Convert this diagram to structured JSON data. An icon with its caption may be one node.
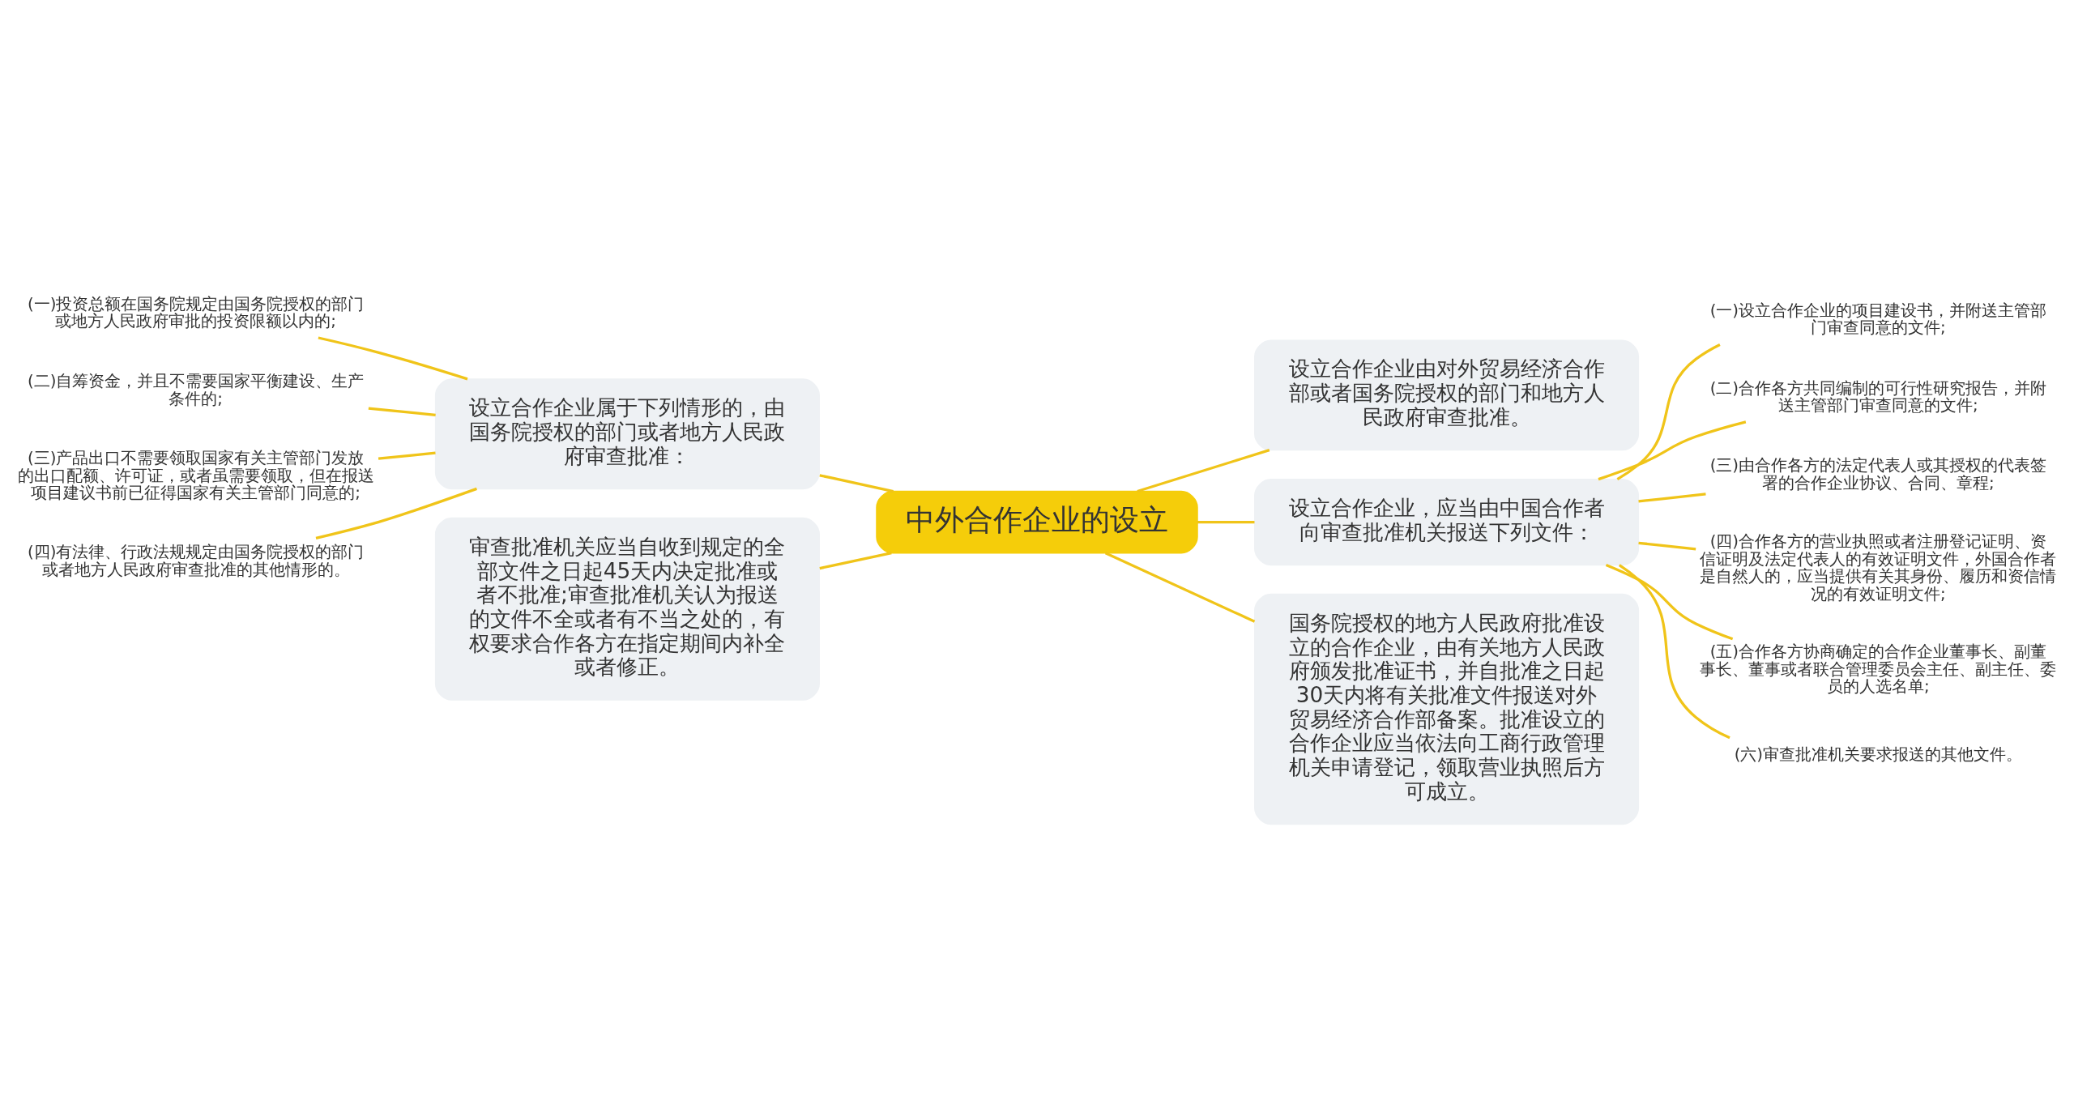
{
  "diagram": {
    "nodes": [
      {
        "text": [
          "中外合作企业的设立"
        ]
      },
      {
        "text": [
          "设立合作企业由对外贸易经济合作部或者国务院授权的部门和地方人民政府审查批准。"
        ]
      },
      {
        "text": [
          "设立合作企业，应当由中国合作者向审查批准机关报送下列文件："
        ]
      },
      {
        "text": [
          "(一)设立合作企业的项目建设书，并附送主管部门审查同意的文件;"
        ]
      },
      {
        "text": [
          "(二)合作各方共同编制的可行性研究报告，并附送主管部门审查同意的文件;"
        ]
      },
      {
        "text": [
          "(三)由合作各方的法定代表人或其授权的代表签署的合作企业协议、合同、章程;"
        ]
      },
      {
        "text": [
          "(四)合作各方的营业执照或者注册登记证明、资信证明及法定代表人的有效证明文件，外国合作者是自然人的，应当提供有关其身份、履历和资信情况的有效证明文件;"
        ]
      },
      {
        "text": [
          "(五)合作各方协商确定的合作企业董事长、副董事长、董事或者联合管理委员会主任、副主任、委员的人选名单;"
        ]
      },
      {
        "text": [
          "(六)审查批准机关要求报送的其他文件。"
        ]
      },
      {
        "text": [
          "国务院授权的地方人民政府批准设立的合作企业，由有关地方人民政府颁发批准证书，并自批准之日起30天内将有关批准文件报送对外贸易经济合作部备案。批准设立的合作企业应当依法向工商行政管理机关申请登记，领取营业执照后方可成立。"
        ]
      },
      {
        "text": [
          "设立合作企业属于下列情形的，由国务院授权的部门或者地方人民政府审查批准："
        ]
      },
      {
        "text": [
          "(一)投资总额在国务院规定由国务院授权的部门或地方人民政府审批的投资限额以内的;"
        ]
      },
      {
        "text": [
          "(二)自筹资金，并且不需要国家平衡建设、生产条件的;"
        ]
      },
      {
        "text": [
          "(三)产品出口不需要领取国家有关主管部门发放的出口配额、许可证，或者虽需要领取，但在报送项目建议书前已征得国家有关主管部门同意的;"
        ]
      },
      {
        "text": [
          "(四)有法律、行政法规规定由国务院授权的部门或者地方人民政府审查批准的其他情形的。"
        ]
      },
      {
        "text": [
          "审查批准机关应当自收到规定的全部文件之日起45天内决定批准或者不批准;审查批准机关认为报送的文件不全或者有不当之处的，有权要求合作各方在指定期间内补全或者修正。"
        ]
      }
    ],
    "edges": [
      {
        "from": 0,
        "to": 1,
        "arrow": "none"
      },
      {
        "from": 0,
        "to": 2,
        "arrow": "none"
      },
      {
        "from": 2,
        "to": 3,
        "arrow": "none"
      },
      {
        "from": 2,
        "to": 4,
        "arrow": "none"
      },
      {
        "from": 2,
        "to": 5,
        "arrow": "none"
      },
      {
        "from": 2,
        "to": 6,
        "arrow": "none"
      },
      {
        "from": 2,
        "to": 7,
        "arrow": "none"
      },
      {
        "from": 2,
        "to": 8,
        "arrow": "none"
      },
      {
        "from": 0,
        "to": 9,
        "arrow": "none"
      },
      {
        "from": 0,
        "to": 10,
        "arrow": "none"
      },
      {
        "from": 10,
        "to": 11,
        "arrow": "none"
      },
      {
        "from": 10,
        "to": 12,
        "arrow": "none"
      },
      {
        "from": 10,
        "to": 13,
        "arrow": "none"
      },
      {
        "from": 10,
        "to": 14,
        "arrow": "none"
      },
      {
        "from": 0,
        "to": 15,
        "arrow": "none"
      }
    ]
  }
}
